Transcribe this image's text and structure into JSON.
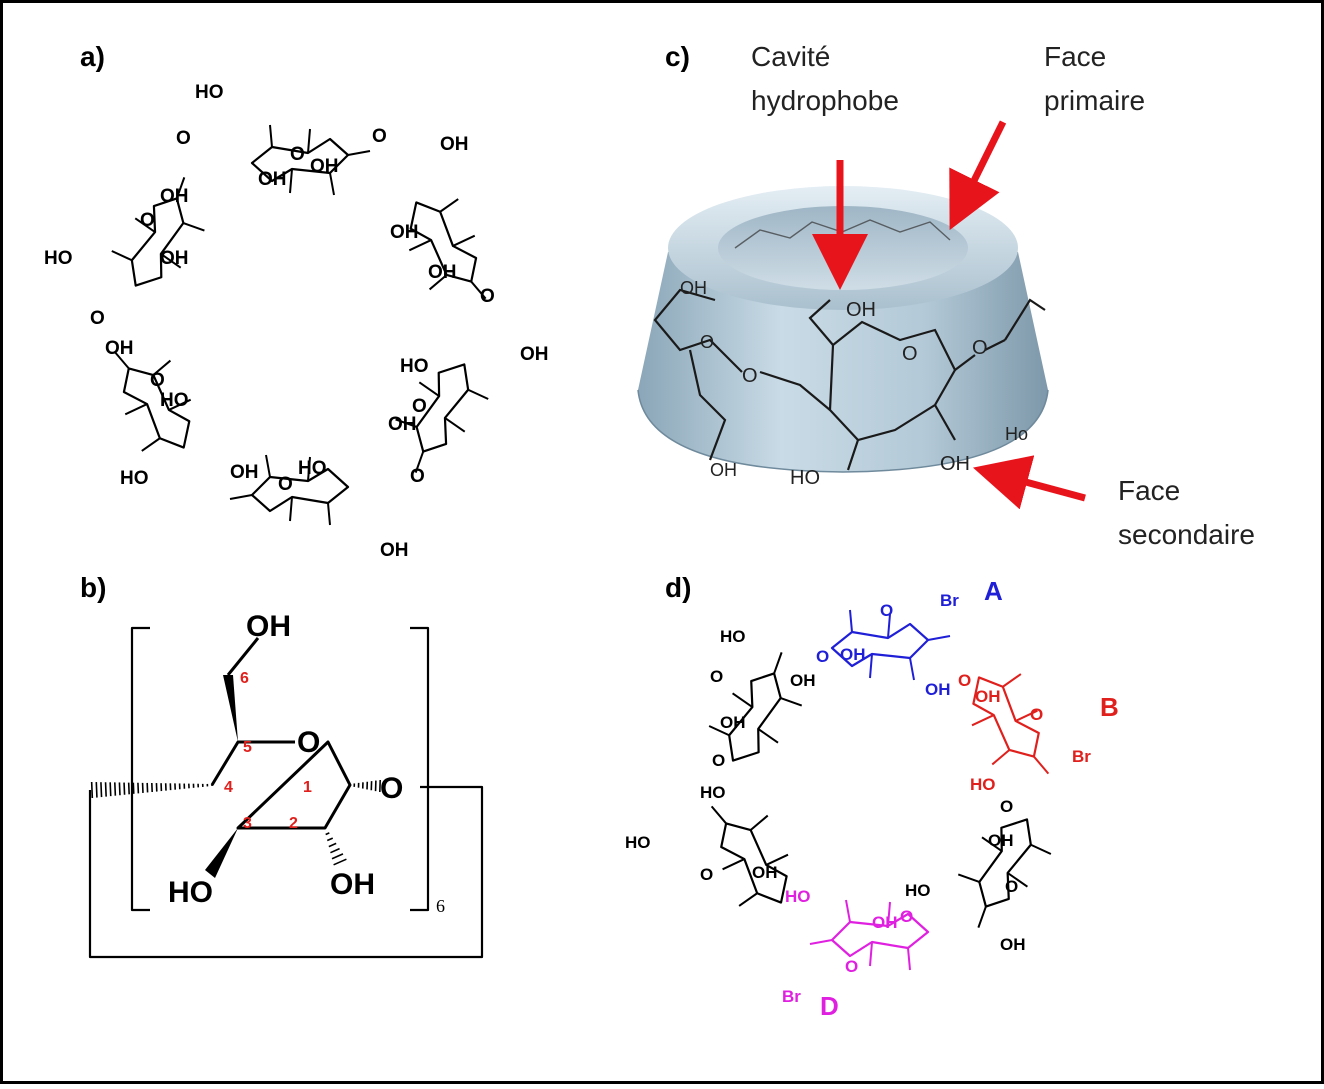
{
  "panels": {
    "a": {
      "label": "a)"
    },
    "b": {
      "label": "b)",
      "repeat": "6",
      "carbons": [
        "1",
        "2",
        "3",
        "4",
        "5",
        "6"
      ]
    },
    "c": {
      "label": "c)",
      "annotations": {
        "cavity": [
          "Cavité",
          "hydrophobe"
        ],
        "primary": [
          "Face",
          "primaire"
        ],
        "secondary": [
          "Face",
          "secondaire"
        ]
      }
    },
    "d": {
      "label": "d)",
      "units": [
        {
          "name": "A",
          "color": "#1f1fd8"
        },
        {
          "name": "B",
          "color": "#e0201c"
        },
        {
          "name": "D",
          "color": "#e020e0"
        }
      ]
    }
  },
  "atoms": {
    "OH": "OH",
    "HO": "HO",
    "O": "O",
    "Br": "Br"
  },
  "colors": {
    "arrow": "#e8141c",
    "cup": "#b5cddc",
    "cup_dark": "#7f9cb0",
    "black": "#000000"
  }
}
